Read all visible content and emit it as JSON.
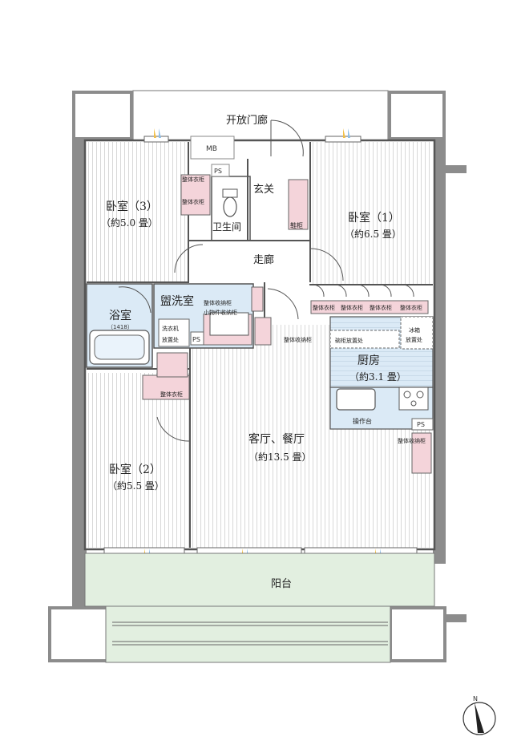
{
  "labels": {
    "corridor_open": "开放门廊",
    "mb": "MB",
    "ps_top": "PS",
    "entrance": "玄关",
    "toilet": "卫生间",
    "hallway": "走廊",
    "shoe_cabinet": "鞋柜",
    "bedroom3_name": "卧室（3）",
    "bedroom3_size": "（約5.0 畳）",
    "bedroom1_name": "卧室（1）",
    "bedroom1_size": "（約6.5 畳）",
    "bathroom_name": "浴室",
    "bathroom_size": "（1418）",
    "washroom": "盥洗室",
    "washer_space": "洗衣机\n放置处",
    "ps_wash": "PS",
    "storage_wash": "整体收纳柜\n小物件收纳柜",
    "closet_b3a": "整体衣柜",
    "closet_b3b": "整体衣柜",
    "closet_b2": "整体衣柜",
    "closets_b1": [
      "整体衣柜",
      "整体衣柜",
      "整体衣柜",
      "整体衣柜"
    ],
    "storage_hall": "整体收纳柜",
    "dish_space": "碗柜放置处",
    "fridge_space": "冰箱\n放置处",
    "kitchen_name": "厨房",
    "kitchen_size": "（約3.1 畳）",
    "counter": "操作台",
    "ps_kitchen": "PS",
    "storage_ldk": "整体收纳柜",
    "ldk_name": "客厅、餐厅",
    "ldk_size": "（約13.5 畳）",
    "bedroom2_name": "卧室（2）",
    "bedroom2_size": "（約5.5 畳）",
    "balcony": "阳台",
    "north": "N"
  },
  "colors": {
    "wall": "#8c8c8c",
    "stripe": "#d6d6d6",
    "closet": "#f4d4da",
    "wet": "#dbeaf6",
    "balcony": "#e2efe0",
    "window_blue": "#8fbfe8",
    "window_yellow": "#f2c04a"
  }
}
